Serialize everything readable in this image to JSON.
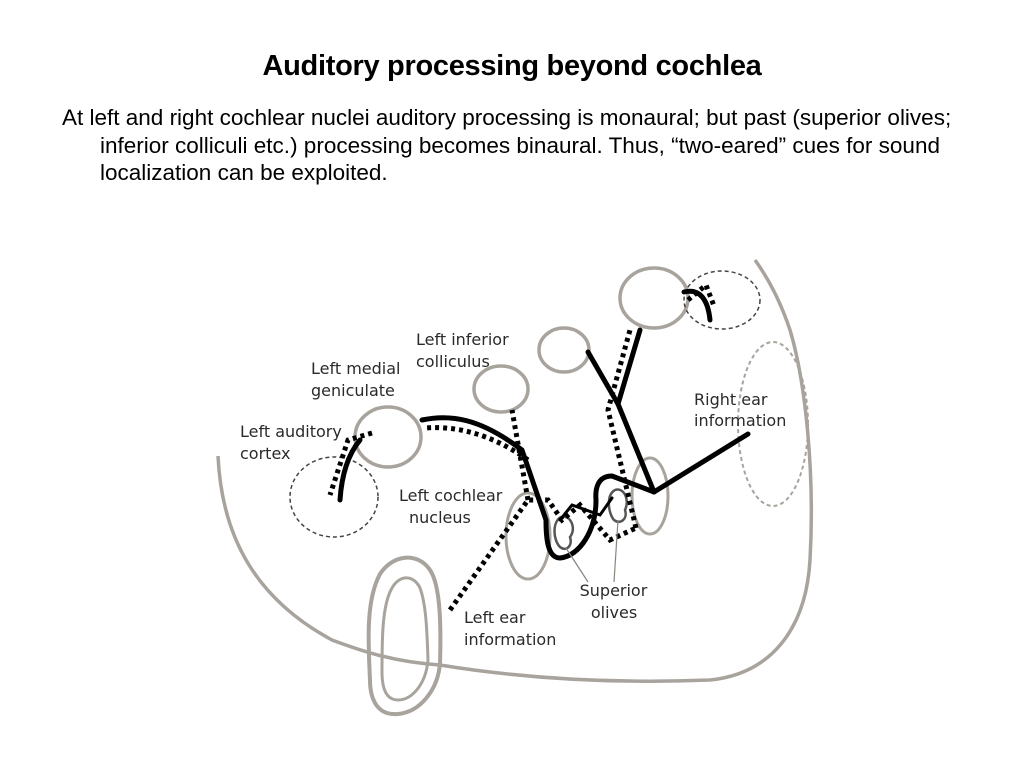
{
  "slide": {
    "title": "Auditory processing beyond cochlea",
    "body": "At left and right cochlear nuclei auditory processing is monaural; but past (superior olives; inferior colliculi etc.) processing becomes binaural. Thus, “two-eared” cues for sound localization can be exploited."
  },
  "diagram": {
    "labels": {
      "left_inferior_colliculus": [
        "Left inferior",
        "colliculus"
      ],
      "left_medial_geniculate": [
        "Left medial",
        "geniculate"
      ],
      "left_auditory_cortex": [
        "Left auditory",
        "cortex"
      ],
      "left_cochlear_nucleus": [
        "Left cochlear",
        "nucleus"
      ],
      "right_ear_information": [
        "Right ear",
        "information"
      ],
      "superior_olives": [
        "Superior",
        "olives"
      ],
      "left_ear_information": [
        "Left ear",
        "information"
      ]
    },
    "legend_meaning": {
      "solid_line": "right ear pathway",
      "dotted_line": "left ear pathway"
    },
    "colors": {
      "outline": "#a8a39c",
      "pathway": "#000000",
      "label": "#2a2a2a"
    }
  }
}
